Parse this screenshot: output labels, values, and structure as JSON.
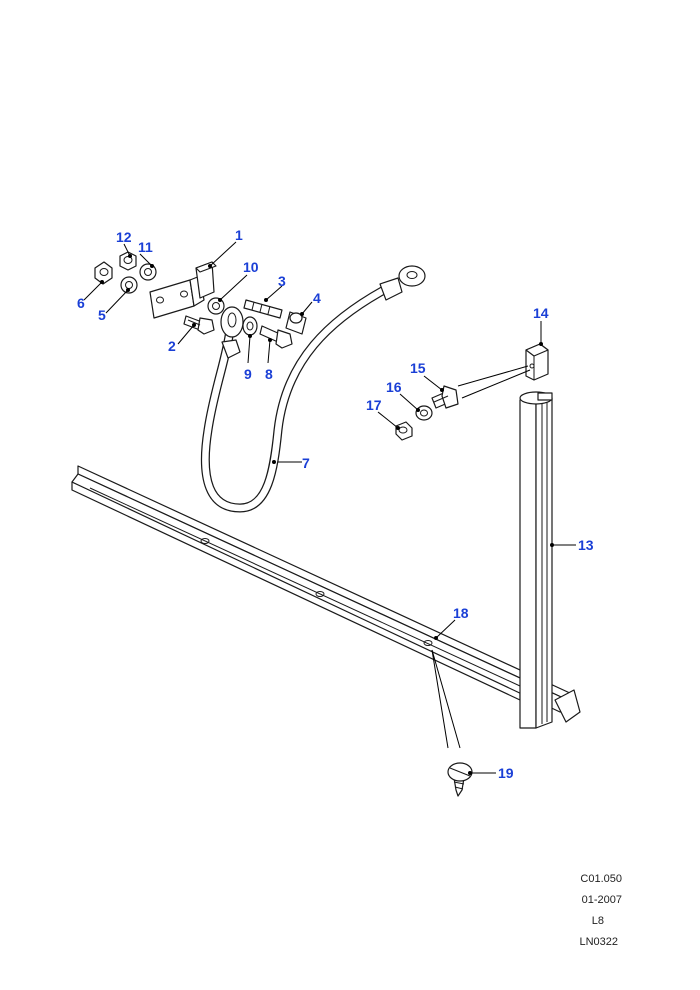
{
  "colors": {
    "callout": "#1a3fd6",
    "line": "#1a1a1a",
    "background": "#ffffff"
  },
  "callouts": [
    "1",
    "2",
    "3",
    "4",
    "5",
    "6",
    "7",
    "8",
    "9",
    "10",
    "11",
    "12",
    "13",
    "14",
    "15",
    "16",
    "17",
    "18",
    "19"
  ],
  "reference": {
    "code": "C01.050",
    "date": "01-2007",
    "model": "L8",
    "drawing": "LN0322"
  }
}
